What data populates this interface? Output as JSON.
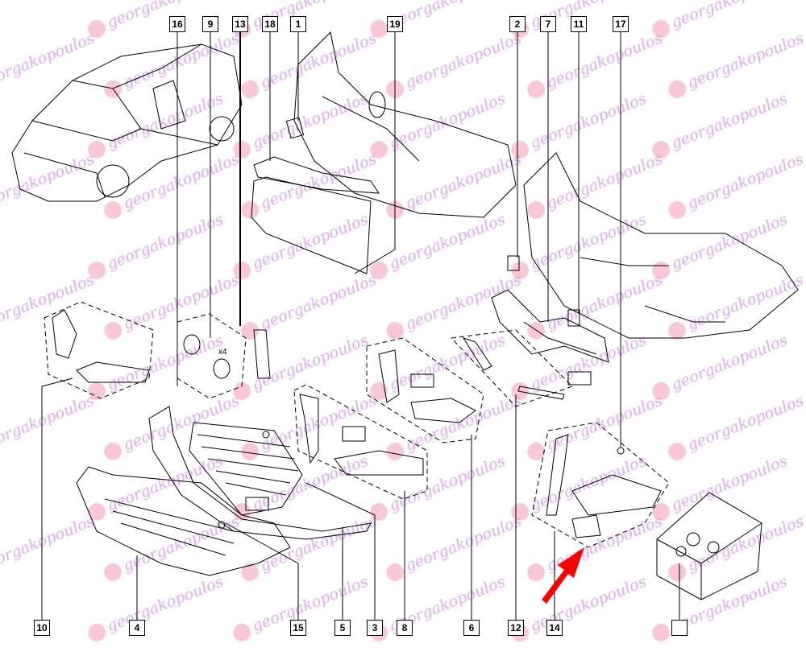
{
  "watermark": "georgakopoulos",
  "callouts_top": [
    "16",
    "9",
    "13",
    "18",
    "1",
    "19",
    "2",
    "7",
    "11",
    "17"
  ],
  "callouts_bottom": [
    "10",
    "4",
    "15",
    "5",
    "3",
    "8",
    "6",
    "12",
    "14",
    ""
  ],
  "fastener_qty": "x4",
  "colors": {
    "arrow": "#ff0000",
    "line": "#000000",
    "watermark": "#b65cd6"
  }
}
